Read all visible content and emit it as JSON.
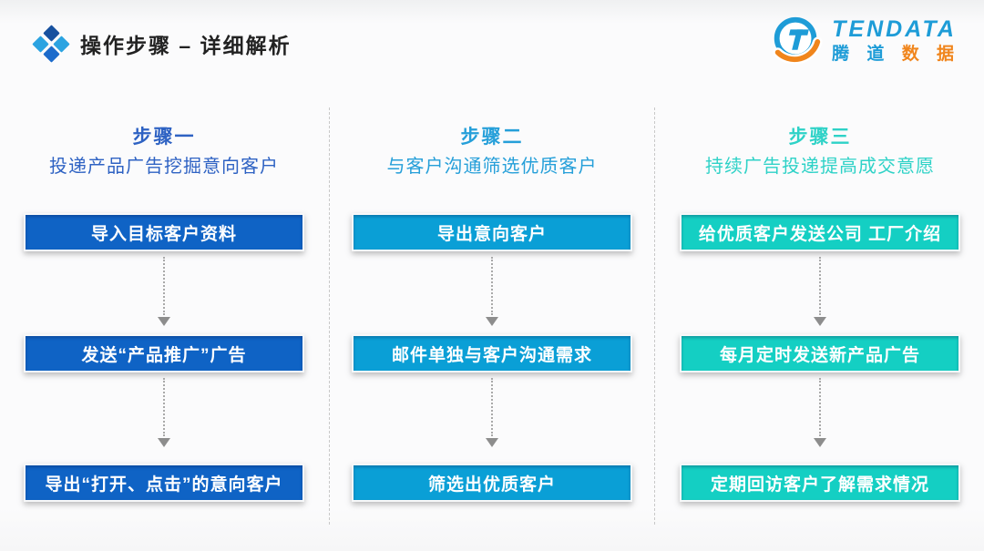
{
  "header": {
    "title": "操作步骤 – 详细解析"
  },
  "logo": {
    "brand_en": "TENDATA",
    "brand_cn_blue": "腾 道 ",
    "brand_cn_orange": "数 据",
    "icon": "tendata-circle-t-icon"
  },
  "palette": {
    "step1_color": "#0f63c5",
    "step2_color": "#0a9fd6",
    "step3_color": "#14cfc3",
    "logo_blue": "#1e9cd7",
    "logo_orange": "#f0851c",
    "arrow_gray": "#8d8d8d"
  },
  "columns": [
    {
      "step_title": "步骤一",
      "subtitle": "投递产品广告挖掘意向客户",
      "boxes": [
        "导入目标客户资料",
        "发送“产品推广”广告",
        "导出“打开、点击”的意向客户"
      ]
    },
    {
      "step_title": "步骤二",
      "subtitle": "与客户沟通筛选优质客户",
      "boxes": [
        "导出意向客户",
        "邮件单独与客户沟通需求",
        "筛选出优质客户"
      ]
    },
    {
      "step_title": "步骤三",
      "subtitle": "持续广告投递提高成交意愿",
      "boxes": [
        "给优质客户发送公司 工厂介绍",
        "每月定时发送新产品广告",
        "定期回访客户了解需求情况"
      ]
    }
  ]
}
